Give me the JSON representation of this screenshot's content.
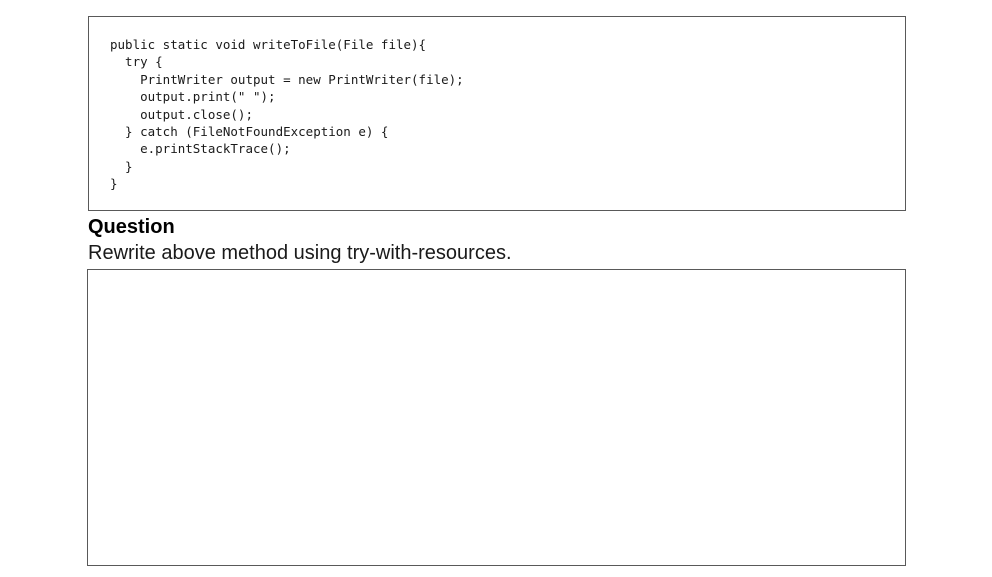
{
  "code_box": {
    "lines": [
      "public static void writeToFile(File file){",
      "  try {",
      "    PrintWriter output = new PrintWriter(file);",
      "    output.print(\" \");",
      "    output.close();",
      "  } catch (FileNotFoundException e) {",
      "    e.printStackTrace();",
      "  }",
      "}"
    ]
  },
  "question": {
    "heading": "Question",
    "prompt": "Rewrite above method using try-with-resources."
  },
  "answer_box": {
    "value": ""
  },
  "colors": {
    "border": "#595959",
    "text": "#1a1a1a",
    "background": "#ffffff"
  }
}
